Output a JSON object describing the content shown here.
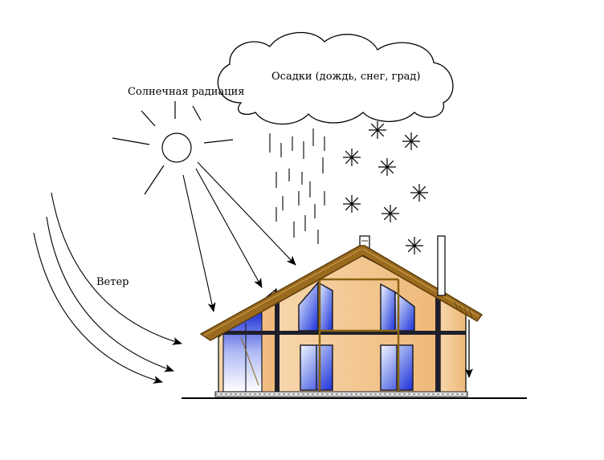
{
  "labels": {
    "precipitation": "Осадки (дождь, снег, град)",
    "solar": "Солнечная радиация",
    "wind": "Ветер"
  },
  "colors": {
    "line": "#000000",
    "wall": "#f2c58f",
    "roof": "#9a6a1e",
    "roof_edge": "#5a3a08",
    "frame": "#1f1f2b",
    "beam": "#8a6410",
    "glass_light": "#f4f6ff",
    "glass_dark": "#1c2fd8"
  },
  "icons": [
    "sun-icon",
    "cloud-icon",
    "snowflake-icon",
    "rain-icon",
    "wind-arrow-icon",
    "house-icon",
    "chimney-icon"
  ]
}
